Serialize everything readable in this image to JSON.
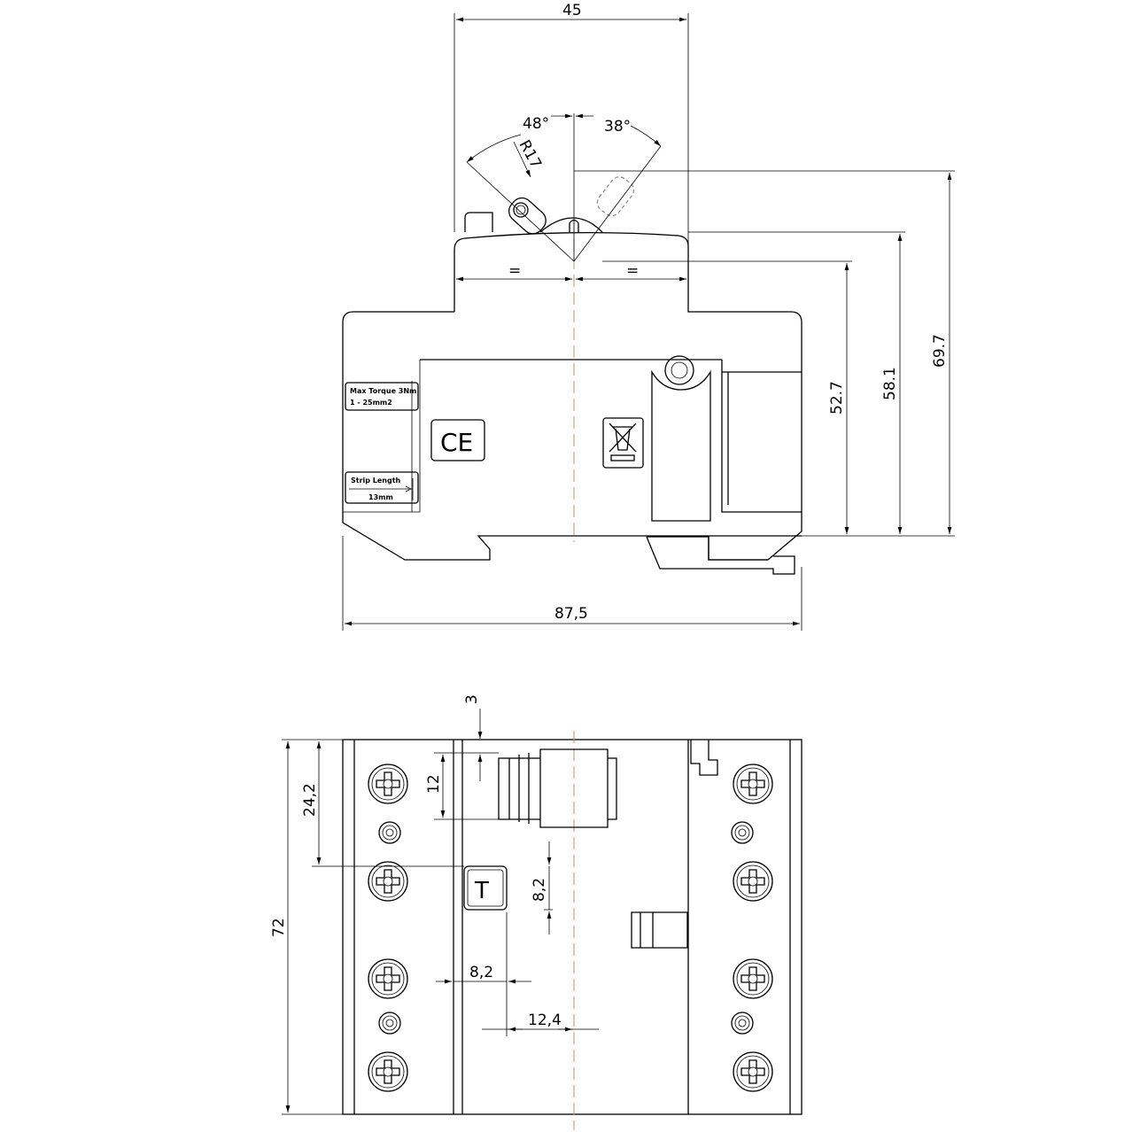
{
  "title": "Residual current device dimension drawing",
  "top_view": {
    "dims": {
      "width_top": "45",
      "width_total": "87,5",
      "h1": "52.7",
      "h2": "58.1",
      "h3": "69.7",
      "equal_left": "=",
      "equal_right": "="
    },
    "angles": {
      "left": "48°",
      "right": "38°",
      "radius": "R17"
    },
    "labels": {
      "torque_line1": "Max Torque 3Nm",
      "torque_line2": "1 - 25mm2",
      "strip_line1": "Strip Length",
      "strip_line2": "13mm",
      "ce_mark": "CE"
    }
  },
  "front_view": {
    "dims": {
      "height_total": "72",
      "h_24": "24,2",
      "d3": "3",
      "d12": "12",
      "v_82": "8,2",
      "h_82": "8,2",
      "h_124": "12,4"
    },
    "test_button": "T"
  },
  "colors": {
    "line": "#000000",
    "centerline": "#b59a6a"
  }
}
